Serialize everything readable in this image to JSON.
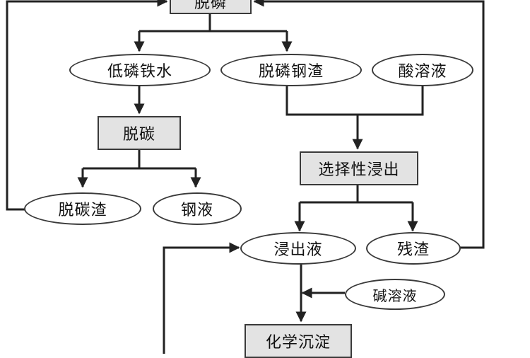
{
  "diagram": {
    "process_steps": {
      "dephosphorization": "脱磷",
      "decarburization": "脱碳",
      "selective_leaching": "选择性浸出",
      "chemical_precipitation": "化学沉淀"
    },
    "materials": {
      "low_phosphorus_hot_metal": "低磷铁水",
      "dephosphorization_slag": "脱磷钢渣",
      "acid_solution": "酸溶液",
      "decarburization_slag": "脱碳渣",
      "molten_steel": "钢液",
      "leachate": "浸出液",
      "residue": "残渣",
      "alkali_solution": "碱溶液"
    }
  }
}
